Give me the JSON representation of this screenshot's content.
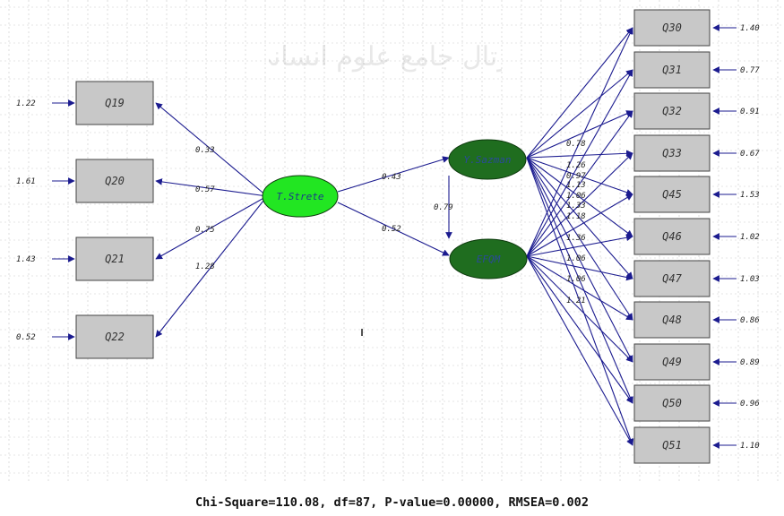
{
  "watermark_text": "پرتال جامع علوم انسانی",
  "latent_factors": [
    {
      "id": "tstrate",
      "label": "T.Strete",
      "fill": "#22e622",
      "text_color": "#1a3a8a"
    },
    {
      "id": "ysazman",
      "label": "Y.Sazman",
      "fill": "#1f6d1f",
      "text_color": "#2a4a9a"
    },
    {
      "id": "efqm",
      "label": "EFQM",
      "fill": "#1f6d1f",
      "text_color": "#2a4a9a"
    }
  ],
  "left_indicators": [
    {
      "label": "Q19",
      "error": "1.22",
      "loading": "0.33"
    },
    {
      "label": "Q20",
      "error": "1.61",
      "loading": "0.57"
    },
    {
      "label": "Q21",
      "error": "1.43",
      "loading": "0.75"
    },
    {
      "label": "Q22",
      "error": "0.52",
      "loading": "1.28"
    }
  ],
  "structural_paths": [
    {
      "from": "tstrate",
      "to": "ysazman",
      "value": "0.43"
    },
    {
      "from": "tstrate",
      "to": "efqm",
      "value": "0.52"
    },
    {
      "from": "ysazman",
      "to": "efqm",
      "value": "0.79"
    }
  ],
  "right_indicators": [
    {
      "label": "Q30",
      "error": "1.40"
    },
    {
      "label": "Q31",
      "error": "0.77"
    },
    {
      "label": "Q32",
      "error": "0.91"
    },
    {
      "label": "Q33",
      "error": "0.67"
    },
    {
      "label": "Q45",
      "error": "1.53"
    },
    {
      "label": "Q46",
      "error": "1.02"
    },
    {
      "label": "Q47",
      "error": "1.03"
    },
    {
      "label": "Q48",
      "error": "0.86"
    },
    {
      "label": "Q49",
      "error": "0.89"
    },
    {
      "label": "Q50",
      "error": "0.96"
    },
    {
      "label": "Q51",
      "error": "1.10"
    }
  ],
  "right_loadings": [
    "0.78",
    "1.26",
    "0.97",
    "1.13",
    "1.06",
    "1.33",
    "1.18",
    "1.36",
    "1.06",
    "1.06",
    "1.21"
  ],
  "fit_statistics": "Chi-Square=110.08, df=87, P-value=0.00000, RMSEA=0.002",
  "colors": {
    "path_color": "#1b1b8f",
    "box_fill": "#c8c8c8",
    "box_border": "#444444",
    "grid_color": "#c9c9c9"
  }
}
